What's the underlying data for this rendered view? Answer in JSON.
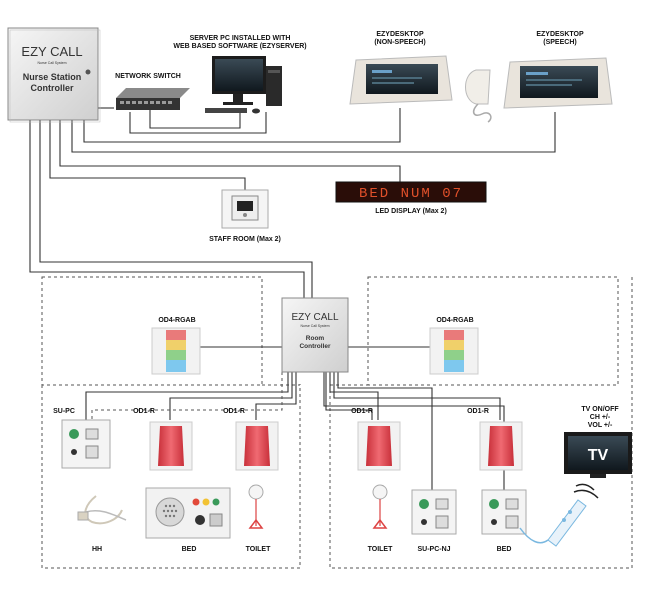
{
  "nurse_station": {
    "brand": "EZY CALL",
    "sub": "Nurse Call System",
    "title_line1": "Nurse Station",
    "title_line2": "Controller"
  },
  "room_controller": {
    "brand": "EZY CALL",
    "sub": "Nurse Call System",
    "title_line1": "Room",
    "title_line2": "Controller"
  },
  "labels": {
    "network_switch": "NETWORK SWITCH",
    "server_line1": "SERVER PC INSTALLED WITH",
    "server_line2": "WEB BASED SOFTWARE (EZYSERVER)",
    "ezydesktop_ns_line1": "EZYDESKTOP",
    "ezydesktop_ns_line2": "(NON-SPEECH)",
    "ezydesktop_s_line1": "EZYDESKTOP",
    "ezydesktop_s_line2": "(SPEECH)",
    "led_display": "LED DISPLAY (Max 2)",
    "led_text": "BED NUM 07",
    "staff_room": "STAFF ROOM (Max 2)",
    "od4_left": "OD4-RGAB",
    "od4_right": "OD4-RGAB",
    "supc": "SU-PC",
    "od1r_1": "OD1-R",
    "od1r_2": "OD1-R",
    "od1r_3": "OD1-R",
    "od1r_4": "OD1-R",
    "hh": "HH",
    "bed_left": "BED",
    "toilet_left": "TOILET",
    "toilet_right": "TOILET",
    "supcnj": "SU-PC-NJ",
    "bed_right": "BED",
    "tv_line1": "TV ON/OFF",
    "tv_line2": "CH +/-",
    "tv_line3": "VOL +/-",
    "tv_screen": "TV"
  },
  "colors": {
    "led_text": "#e0502a",
    "od_red": "#e8454f",
    "tower_red": "#e97a7a",
    "tower_yellow": "#f0d06a",
    "tower_green": "#8fd08a",
    "tower_blue": "#7ec8ee"
  }
}
